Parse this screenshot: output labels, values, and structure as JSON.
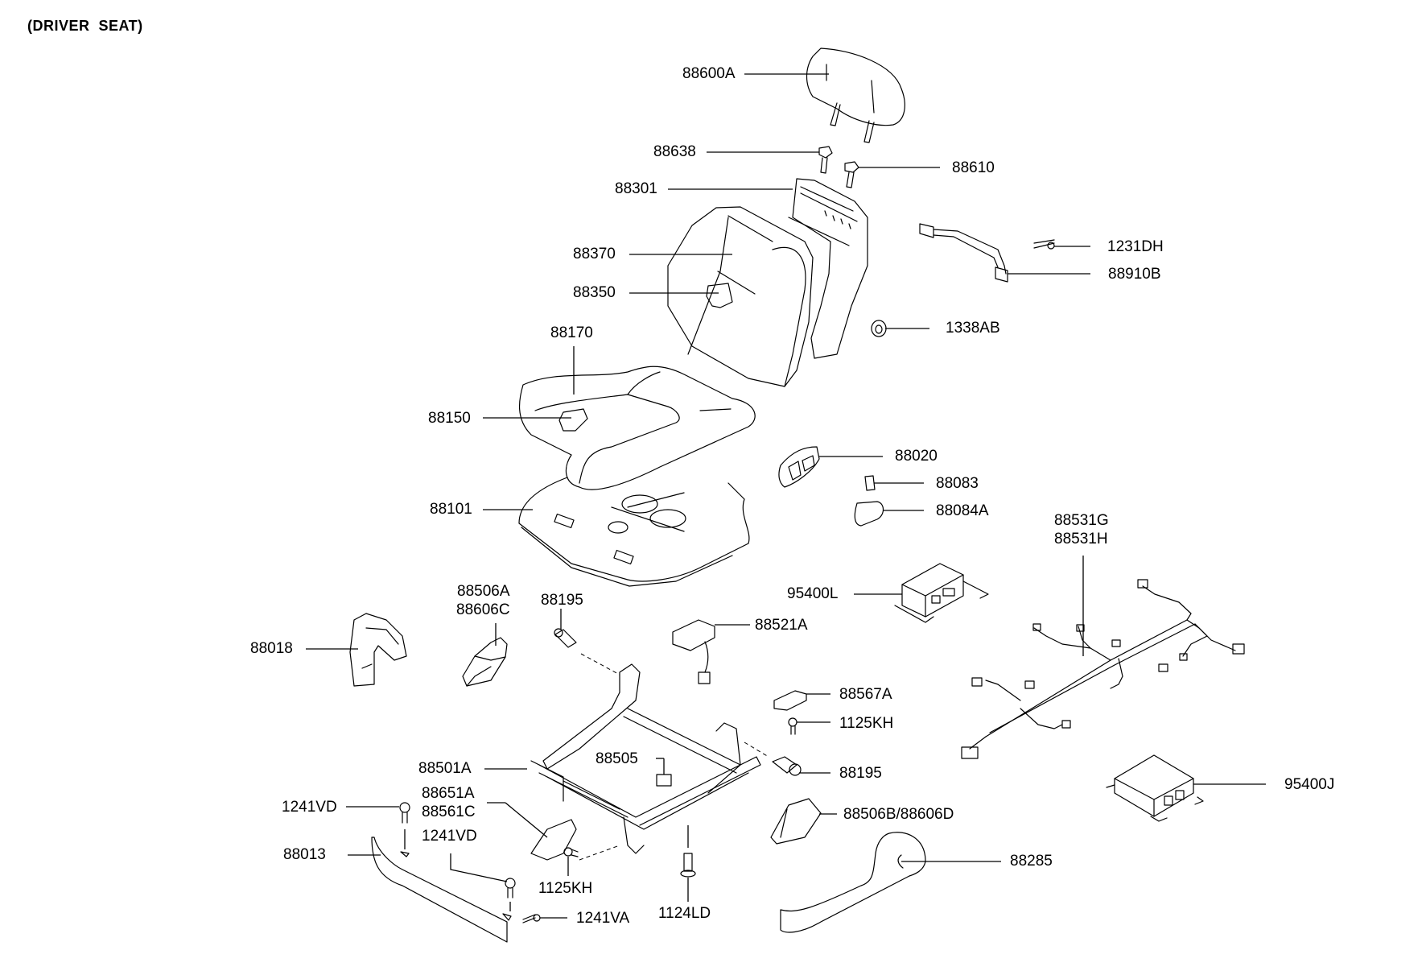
{
  "title": "(DRIVER  SEAT)",
  "callouts": {
    "headrest": "88600A",
    "headrest_guide_left": "88638",
    "headrest_guide_right": "88610",
    "back_frame": "88301",
    "back_cover": "88370",
    "back_pad": "88350",
    "back_bracket": "88910B",
    "bracket_screw": "1231DH",
    "nut": "1338AB",
    "cushion_cover": "88170",
    "cushion_pad": "88150",
    "cushion_frame": "88101",
    "switch_bezel": "88020",
    "switch_knob": "88083",
    "switch_knob_2": "88084A",
    "harness_line1": "88531G",
    "harness_line2": "88531H",
    "control_unit_l": "95400L",
    "control_unit_j": "95400J",
    "inner_cover_line1": "88506A",
    "inner_cover_line2": "88606C",
    "bolt_upper": "88195",
    "side_cover_rear": "88018",
    "motor_switch": "88521A",
    "clip": "88567A",
    "screw_1125_upper": "1125KH",
    "bolt_lower": "88195",
    "track_assy": "88501A",
    "bracket_88505": "88505",
    "outer_cover_b": "88506B/88606D",
    "cover_line1": "88651A",
    "cover_line2": "88561C",
    "screw_1241vd_upper": "1241VD",
    "screw_1241vd_lower": "1241VD",
    "side_shield": "88013",
    "screw_1125_lower": "1125KH",
    "screw_1241va": "1241VA",
    "bolt_1124ld": "1124LD",
    "recliner_lever": "88285"
  }
}
